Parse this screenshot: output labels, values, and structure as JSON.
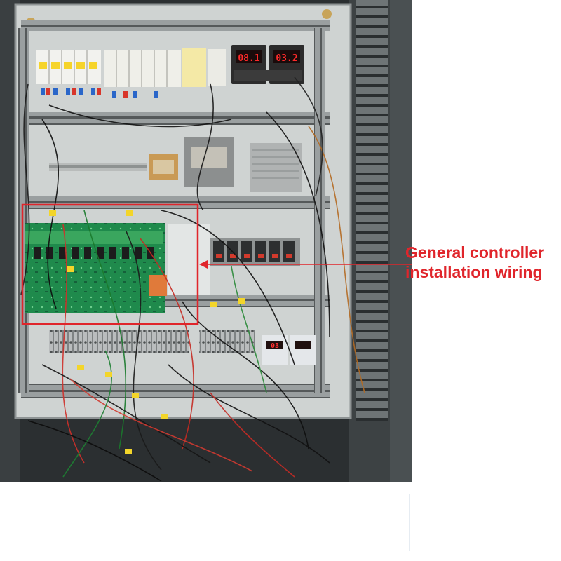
{
  "callout": {
    "line1": "General controller",
    "line2": "installation wiring",
    "color": "#e0252b"
  },
  "photo": {
    "meter_top_left": "08.1",
    "meter_top_right": "03.2",
    "meter_bottom": "03"
  }
}
